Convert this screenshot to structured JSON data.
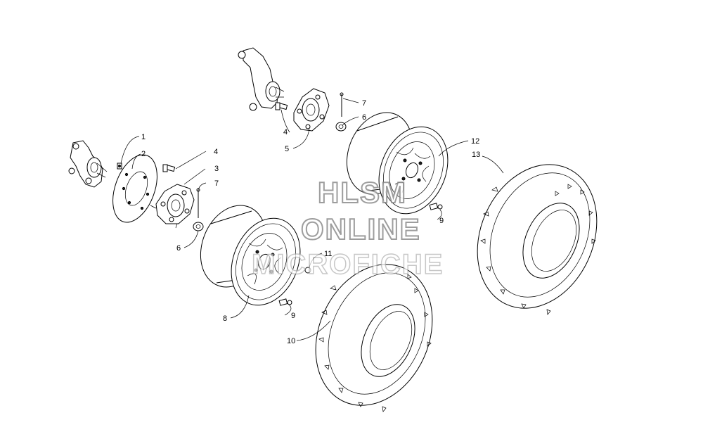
{
  "callouts": {
    "c1": "1",
    "c2": "2",
    "c3": "3",
    "c4a": "4",
    "c4b": "4",
    "c5": "5",
    "c6a": "6",
    "c6b": "6",
    "c7a": "7",
    "c7b": "7",
    "c8": "8",
    "c9a": "9",
    "c9b": "9",
    "c10": "10",
    "c11": "11",
    "c12": "12",
    "c13": "13"
  },
  "watermark": {
    "line1": "HLSM",
    "line2": "ONLINE",
    "line3": "MICROFICHE"
  }
}
